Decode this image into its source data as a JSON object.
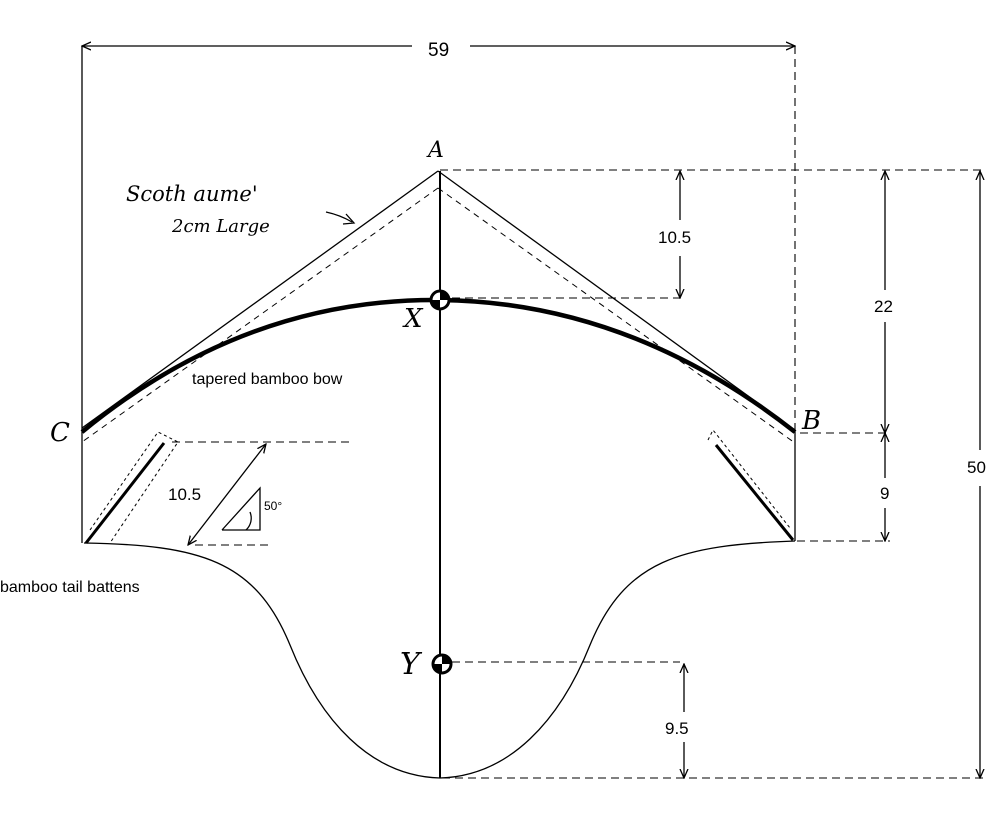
{
  "dimensions": {
    "width": "59",
    "a_to_x": "10.5",
    "a_to_b": "22",
    "b_to_tail": "9",
    "total_height": "50",
    "y_to_bottom": "9.5",
    "batten_length": "10.5",
    "batten_angle": "50°"
  },
  "points": {
    "a": "A",
    "b": "B",
    "c": "C",
    "x": "X",
    "y": "Y"
  },
  "labels": {
    "bow": "tapered bamboo bow",
    "battens": "bamboo tail battens"
  },
  "handwritten": {
    "line1": "Scoth aume'",
    "line2": "2cm Large"
  },
  "colors": {
    "ink": "#000000",
    "paper": "#ffffff"
  }
}
